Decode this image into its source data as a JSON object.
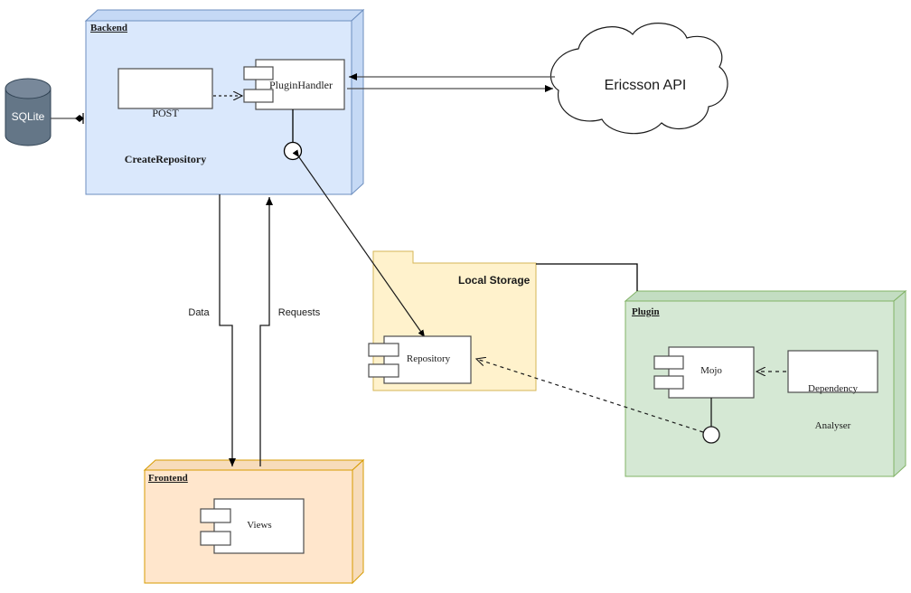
{
  "diagram": {
    "type": "uml-component-diagram",
    "background": "#ffffff"
  },
  "colors": {
    "backend_fill": "#dae8fc",
    "backend_side": "#c5d9f5",
    "backend_stroke": "#6c8ebf",
    "frontend_fill": "#ffe6cc",
    "frontend_side": "#f7dcbb",
    "frontend_stroke": "#d79b00",
    "local_storage_fill": "#fff2cc",
    "local_storage_stroke": "#d6b656",
    "plugin_fill": "#d5e8d4",
    "plugin_side": "#c3ddc2",
    "plugin_stroke": "#82b366",
    "database_fill": "#647687",
    "database_top": "#78889a",
    "database_stroke": "#314354",
    "component_fill": "#ffffff",
    "component_stroke": "#4d4d4d",
    "line": "#4d4d4d",
    "line_dark": "#000000",
    "cloud_stroke": "#1a1a1a"
  },
  "nodes": {
    "database": {
      "label": "SQLite",
      "shape": "cylinder"
    },
    "backend": {
      "label": "Backend",
      "shape": "3d-box",
      "components": {
        "plugin_handler": {
          "label": "PluginHandler",
          "shape": "component"
        },
        "post_create_repository": {
          "line1": "POST",
          "line2": "CreateRepository",
          "shape": "rectangle"
        }
      },
      "provided_interface": {
        "shape": "lollipop"
      }
    },
    "ericsson_api": {
      "label": "Ericsson API",
      "shape": "cloud"
    },
    "local_storage": {
      "label": "Local Storage",
      "shape": "package-folder",
      "components": {
        "repository": {
          "label": "Repository",
          "shape": "component"
        }
      }
    },
    "plugin": {
      "label": "Plugin",
      "shape": "3d-box",
      "components": {
        "mojo": {
          "label": "Mojo",
          "shape": "component"
        },
        "dependency_analyser": {
          "line1": "Dependency",
          "line2": "Analyser",
          "shape": "rectangle"
        }
      },
      "provided_interface": {
        "shape": "lollipop"
      }
    },
    "frontend": {
      "label": "Frontend",
      "shape": "3d-box",
      "components": {
        "views": {
          "label": "Views",
          "shape": "component"
        }
      }
    }
  },
  "edges": [
    {
      "id": "db-to-backend",
      "from": "database",
      "to": "backend",
      "style": "solid",
      "label": ""
    },
    {
      "id": "post-to-pluginhandler",
      "from": "post_create_repository",
      "to": "plugin_handler",
      "style": "dashed",
      "label": ""
    },
    {
      "id": "api-to-pluginhandler",
      "from": "ericsson_api",
      "to": "plugin_handler",
      "style": "solid",
      "label": ""
    },
    {
      "id": "pluginhandler-to-api",
      "from": "plugin_handler",
      "to": "ericsson_api",
      "style": "solid",
      "label": ""
    },
    {
      "id": "backend-to-frontend-data",
      "from": "backend",
      "to": "frontend",
      "style": "solid",
      "label": "Data"
    },
    {
      "id": "frontend-to-backend-requests",
      "from": "frontend",
      "to": "backend",
      "style": "solid",
      "label": "Requests"
    },
    {
      "id": "backend-iface-to-repository",
      "from": "backend_interface",
      "to": "repository",
      "style": "solid",
      "label": ""
    },
    {
      "id": "plugin-iface-to-repository",
      "from": "plugin_interface",
      "to": "repository",
      "style": "dashed",
      "label": ""
    },
    {
      "id": "dependency-analyser-to-mojo",
      "from": "dependency_analyser",
      "to": "mojo",
      "style": "dashed",
      "label": ""
    },
    {
      "id": "local-storage-to-plugin",
      "from": "local_storage",
      "to": "plugin",
      "style": "solid",
      "label": ""
    }
  ],
  "labels": {
    "data": "Data",
    "requests": "Requests"
  }
}
